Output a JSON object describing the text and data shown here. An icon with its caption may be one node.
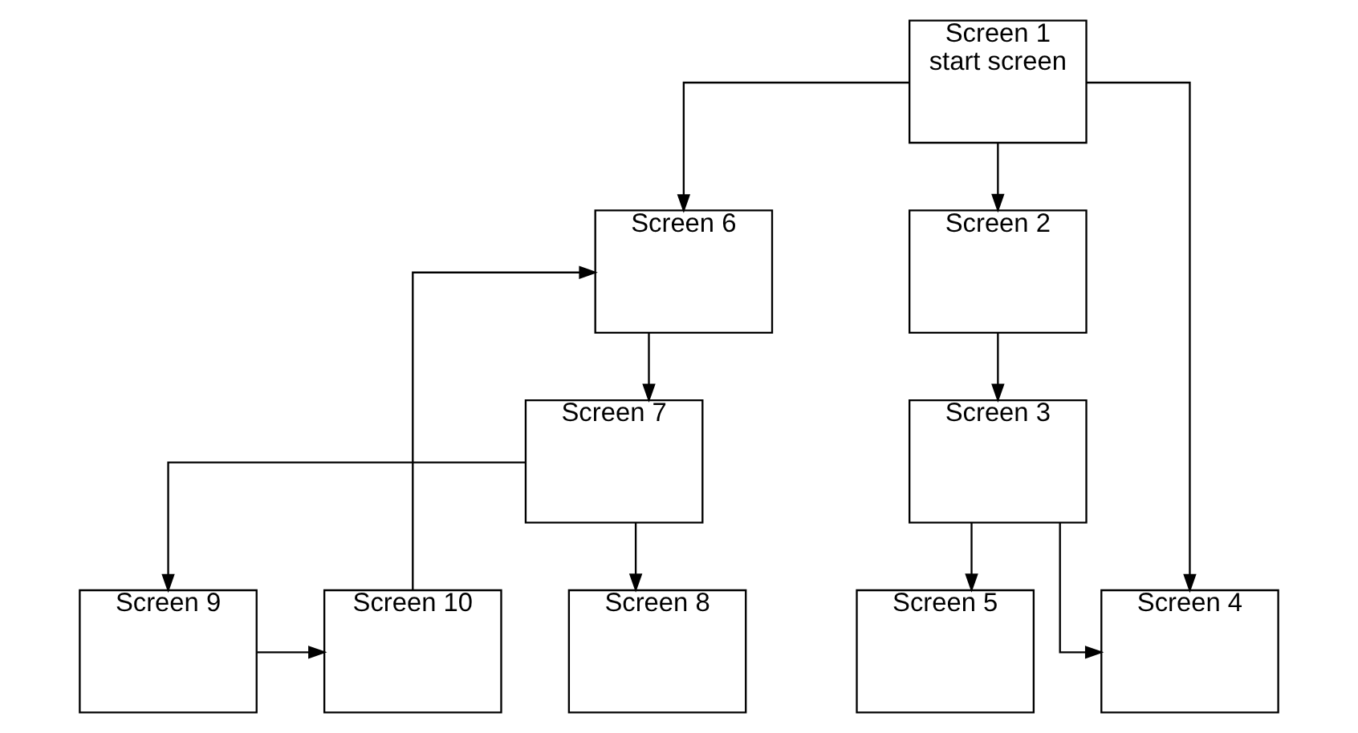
{
  "diagram": {
    "nodes": [
      {
        "text": [
          "Screen 1",
          "start screen"
        ]
      },
      {
        "text": [
          "Screen 6"
        ]
      },
      {
        "text": [
          "Screen 2"
        ]
      },
      {
        "text": [
          "Screen 7"
        ]
      },
      {
        "text": [
          "Screen 3"
        ]
      },
      {
        "text": [
          "Screen 10"
        ]
      },
      {
        "text": [
          "Screen 9"
        ]
      },
      {
        "text": [
          "Screen 8"
        ]
      },
      {
        "text": [
          "Screen 5"
        ]
      },
      {
        "text": [
          "Screen 4"
        ]
      }
    ],
    "edges": [
      {
        "from": 0,
        "to": 1,
        "arrow": "to"
      },
      {
        "from": 0,
        "to": 2,
        "arrow": "to"
      },
      {
        "from": 0,
        "to": 9,
        "arrow": "to"
      },
      {
        "from": 1,
        "to": 3,
        "arrow": "to"
      },
      {
        "from": 2,
        "to": 4,
        "arrow": "to"
      },
      {
        "from": 3,
        "to": 6,
        "arrow": "to"
      },
      {
        "from": 3,
        "to": 7,
        "arrow": "to"
      },
      {
        "from": 4,
        "to": 8,
        "arrow": "to"
      },
      {
        "from": 4,
        "to": 9,
        "arrow": "to"
      },
      {
        "from": 6,
        "to": 5,
        "arrow": "to"
      },
      {
        "from": 5,
        "to": 1,
        "arrow": "to"
      }
    ]
  }
}
